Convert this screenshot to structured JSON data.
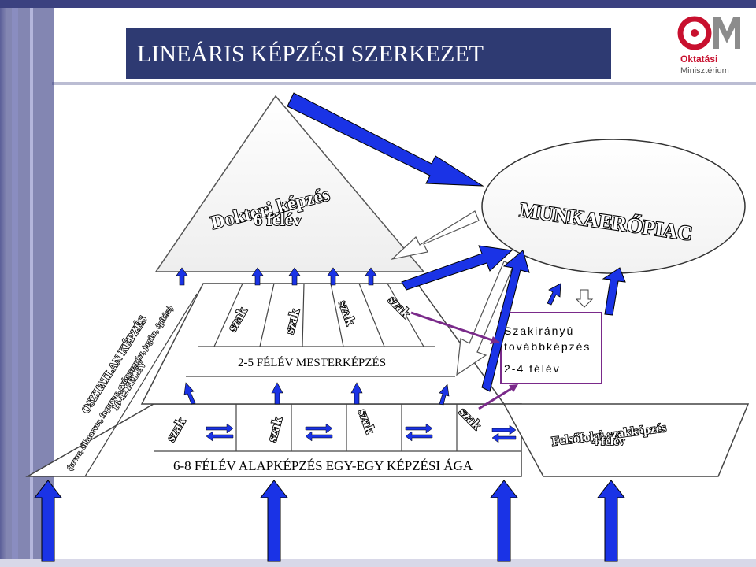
{
  "slide": {
    "title": "LINEÁRIS KÉPZÉSI SZERKEZET",
    "colors": {
      "title_bar": "#2e3a72",
      "frame": "#4a4f8f",
      "arrow_blue": "#1a33e6",
      "logo_red": "#c8102e",
      "purple": "#7a2a8a"
    }
  },
  "logo": {
    "mark": "OM",
    "line1": "Oktatási",
    "line2": "Minisztérium"
  },
  "doctoral": {
    "line1": "Doktori képzés",
    "line2": "6 félév"
  },
  "labor_market": {
    "label": "MUNKAERŐPIAC"
  },
  "masters": {
    "caption": "2-5 FÉLÉV MESTERKÉPZÉS",
    "majors": [
      "szak",
      "szak",
      "szak",
      "szak"
    ]
  },
  "bachelor": {
    "caption": "6-8 FÉLÉV ALAPKÉPZÉS EGY-EGY KÉPZÉSI ÁGA",
    "majors": [
      "szak",
      "szak",
      "szak",
      "szak"
    ]
  },
  "undivided": {
    "line1": "OSZTATLAN KÉPZÉS",
    "line2": "(orvos, állatorvos, fogorvos, gyógyszerész, jogász, építész)",
    "line3": "10-12 FÉLÉV"
  },
  "specialized_further": {
    "line1": "Szakirányú",
    "line2": "továbbképzés",
    "line3": "2-4 félév"
  },
  "higher_vocational": {
    "line1": "Felsőfokú szakképzés",
    "line2": "4 félév"
  }
}
